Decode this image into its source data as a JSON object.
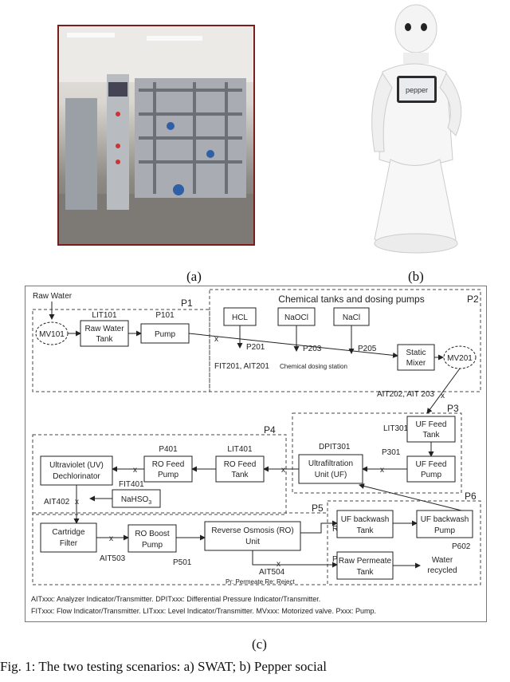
{
  "captions": {
    "a": "(a)",
    "b": "(b)",
    "c": "(c)"
  },
  "robot": {
    "screen_text": "pepper"
  },
  "diagram": {
    "title": "Chemical tanks and dosing pumps",
    "stages": {
      "p1": "P1",
      "p2": "P2",
      "p3": "P3",
      "p4": "P4",
      "p5": "P5",
      "p6": "P6"
    },
    "raw_water": "Raw Water",
    "mv101": "MV101",
    "lit101": "LIT101",
    "raw_tank": [
      "Raw Water",
      "Tank"
    ],
    "p101": "P101",
    "pump": "Pump",
    "fit201": "FIT201, AIT201",
    "hcl": "HCL",
    "naocl": "NaOCl",
    "nacl": "NaCl",
    "p201": "P201",
    "p203": "P203",
    "p205": "P205",
    "dosing_station": "Chemical dosing station",
    "static_mixer": [
      "Static",
      "Mixer"
    ],
    "mv201": "MV201",
    "ait202": "AIT202, AIT 203",
    "lit301": "LIT301",
    "uf_feed_tank": [
      "UF Feed",
      "Tank"
    ],
    "dpit301": "DPIT301",
    "p301": "P301",
    "uf_unit": [
      "Ultrafiltration",
      "Unit (UF)"
    ],
    "uf_feed_pump": [
      "UF Feed",
      "Pump"
    ],
    "p401": "P401",
    "lit401": "LIT401",
    "uv": [
      "Ultraviolet (UV)",
      "Dechlorinator"
    ],
    "ro_feed_pump": [
      "RO Feed",
      "Pump"
    ],
    "fit401": "FIT401",
    "ro_feed_tank": [
      "RO Feed",
      "Tank"
    ],
    "ait402": "AIT402",
    "nahso3": "NaHSO",
    "nahso3_sub": "3",
    "cartridge": [
      "Cartridge",
      "Filter"
    ],
    "ait503": "AIT503",
    "ro_boost": [
      "RO Boost",
      "Pump"
    ],
    "p501": "P501",
    "ro_unit": [
      "Reverse Osmosis (RO)",
      "Unit"
    ],
    "ait504": "AIT504",
    "re": "Re",
    "pr": "Pr",
    "uf_backwash_tank": [
      "UF backwash",
      "Tank"
    ],
    "uf_backwash_pump": [
      "UF backwash",
      "Pump"
    ],
    "p602": "P602",
    "raw_permeate": [
      "Raw Permeate",
      "Tank"
    ],
    "water_recycled": [
      "Water",
      "recycled"
    ],
    "pr_re_note": "Pr: Permeate  Re: Reject",
    "legend": [
      "AITxxx: Analyzer Indicator/Transmitter. DPITxxx: Differential Pressure Indicator/Transmitter.",
      "FITxxx: Flow Indicator/Transmitter. LITxxx: Level Indicator/Transmitter. MVxxx: Motorized valve. Pxxx: Pump."
    ]
  },
  "figure_caption": "Fig. 1: The two testing scenarios: a) SWAT; b) Pepper social"
}
